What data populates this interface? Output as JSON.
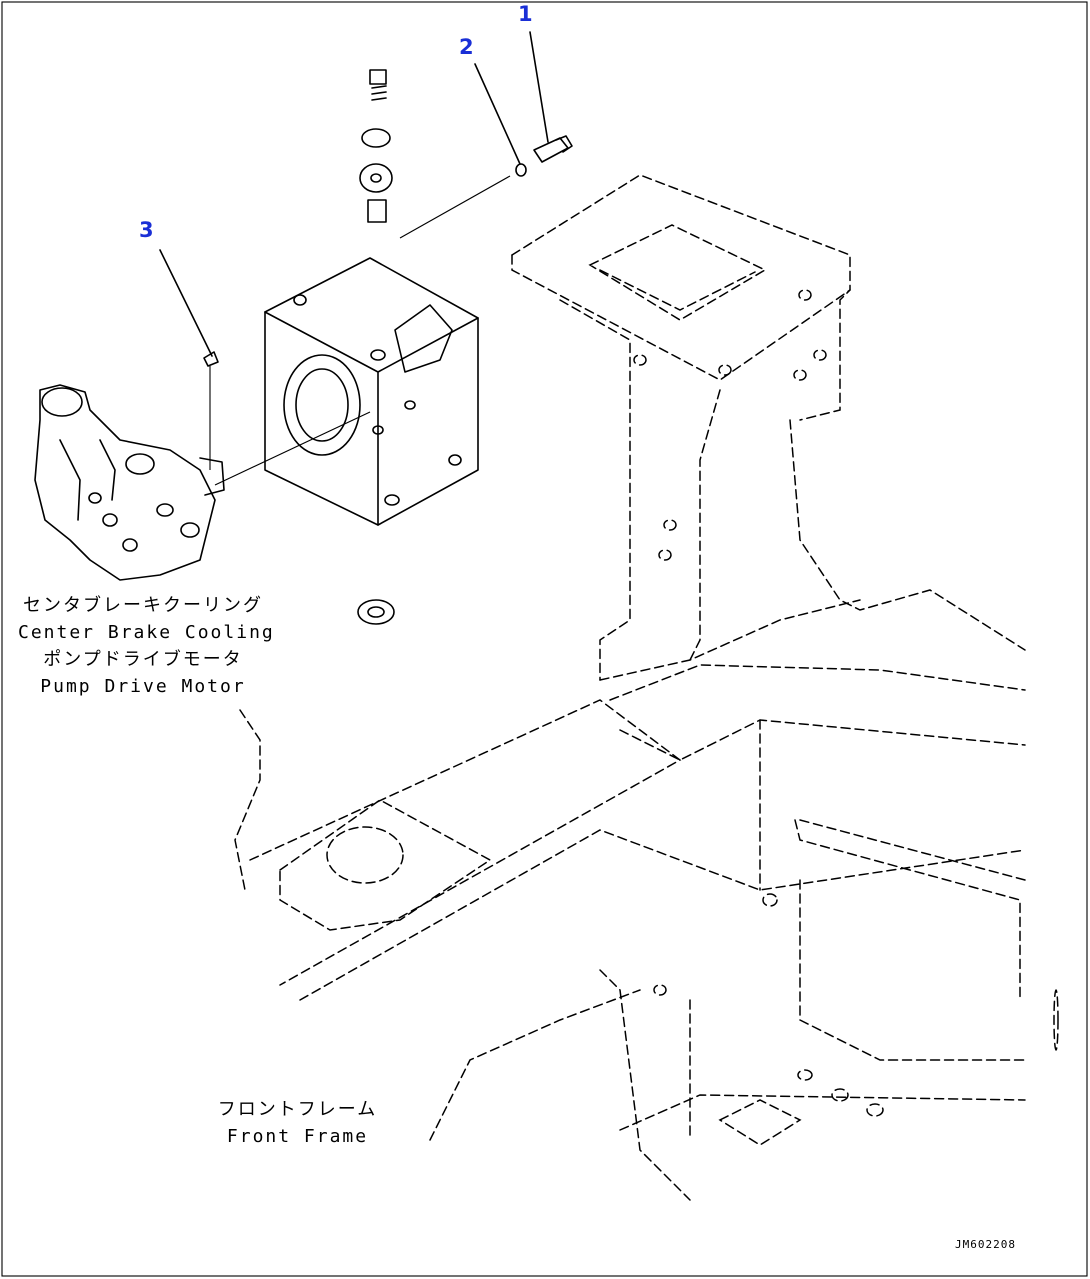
{
  "callouts": [
    {
      "id": "1",
      "label": "1"
    },
    {
      "id": "2",
      "label": "2"
    },
    {
      "id": "3",
      "label": "3"
    }
  ],
  "labels": {
    "pump_jp_1": "センタブレーキクーリング",
    "pump_en_1": "Center Brake Cooling",
    "pump_jp_2": "ポンプドライブモータ",
    "pump_en_2": "Pump Drive Motor",
    "frame_jp": "フロントフレーム",
    "frame_en": "Front Frame"
  },
  "document_id": "JM602208",
  "colors": {
    "callout": "#1a2fd6",
    "line": "#000000",
    "background": "#ffffff"
  }
}
